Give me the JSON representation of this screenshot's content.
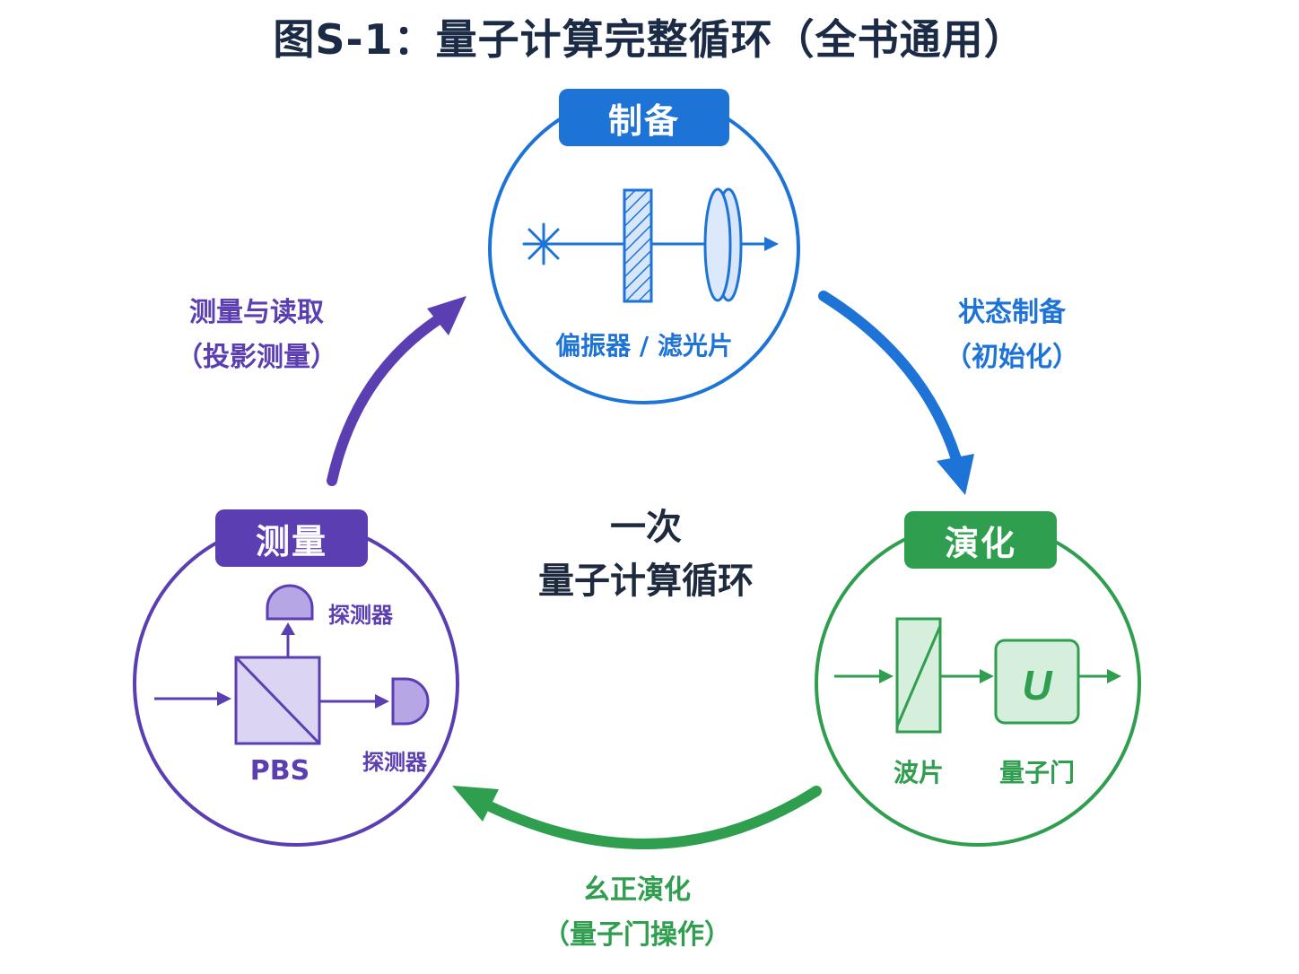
{
  "title": "图S-1：量子计算完整循环（全书通用）",
  "center": {
    "line1": "一次",
    "line2": "量子计算循环"
  },
  "colors": {
    "blue": "#1e74d6",
    "green": "#2f9e4f",
    "purple": "#5b3fb2",
    "title": "#1b2b46"
  },
  "stages": {
    "prepare": {
      "badge": "制备",
      "caption": "偏振器 / 滤光片",
      "icons": [
        "light-source-icon",
        "polarizer-icon",
        "lens-icon"
      ]
    },
    "evolve": {
      "badge": "演化",
      "waveplate_label": "波片",
      "gate_label": "量子门",
      "gate_symbol": "U"
    },
    "measure": {
      "badge": "测量",
      "detector_top_label": "探测器",
      "detector_right_label": "探测器",
      "pbs_label": "PBS"
    }
  },
  "transitions": {
    "prepare_to_evolve": {
      "line1": "状态制备",
      "line2": "（初始化）"
    },
    "evolve_to_measure": {
      "line1": "幺正演化",
      "line2": "（量子门操作）"
    },
    "measure_to_prepare": {
      "line1": "测量与读取",
      "line2": "（投影测量）"
    }
  }
}
